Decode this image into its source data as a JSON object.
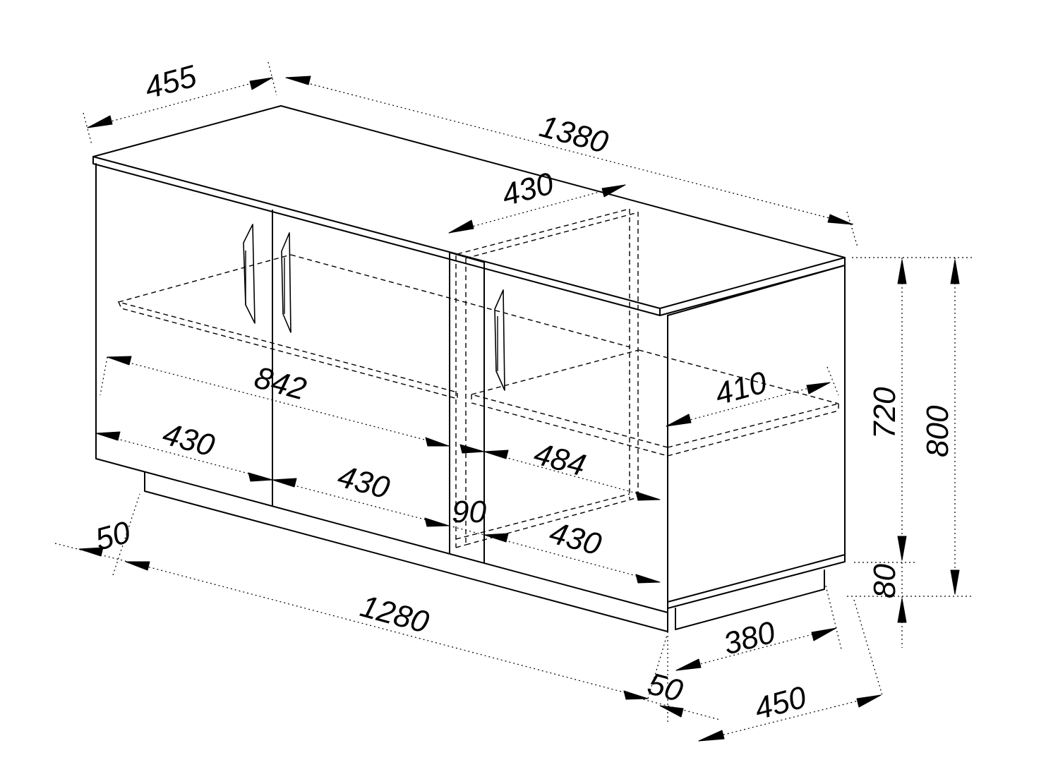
{
  "diagram": {
    "style": "furniture technical drawing, isometric line art",
    "line_color": "#000000",
    "background": "#ffffff",
    "dimensions": {
      "top_depth": "455",
      "total_width": "1380",
      "shelf_width_top": "430",
      "inner_width": "842",
      "shelf_depth": "410",
      "door_width_1": "430",
      "door_width_2": "430",
      "compartment_width": "484",
      "divider": "90",
      "door_width_3": "430",
      "plinth_offset_left": "50",
      "plinth_width": "1280",
      "body_height": "720",
      "total_height": "800",
      "plinth_height": "80",
      "side_depth": "380",
      "plinth_offset_right": "50",
      "total_depth": "450"
    }
  }
}
